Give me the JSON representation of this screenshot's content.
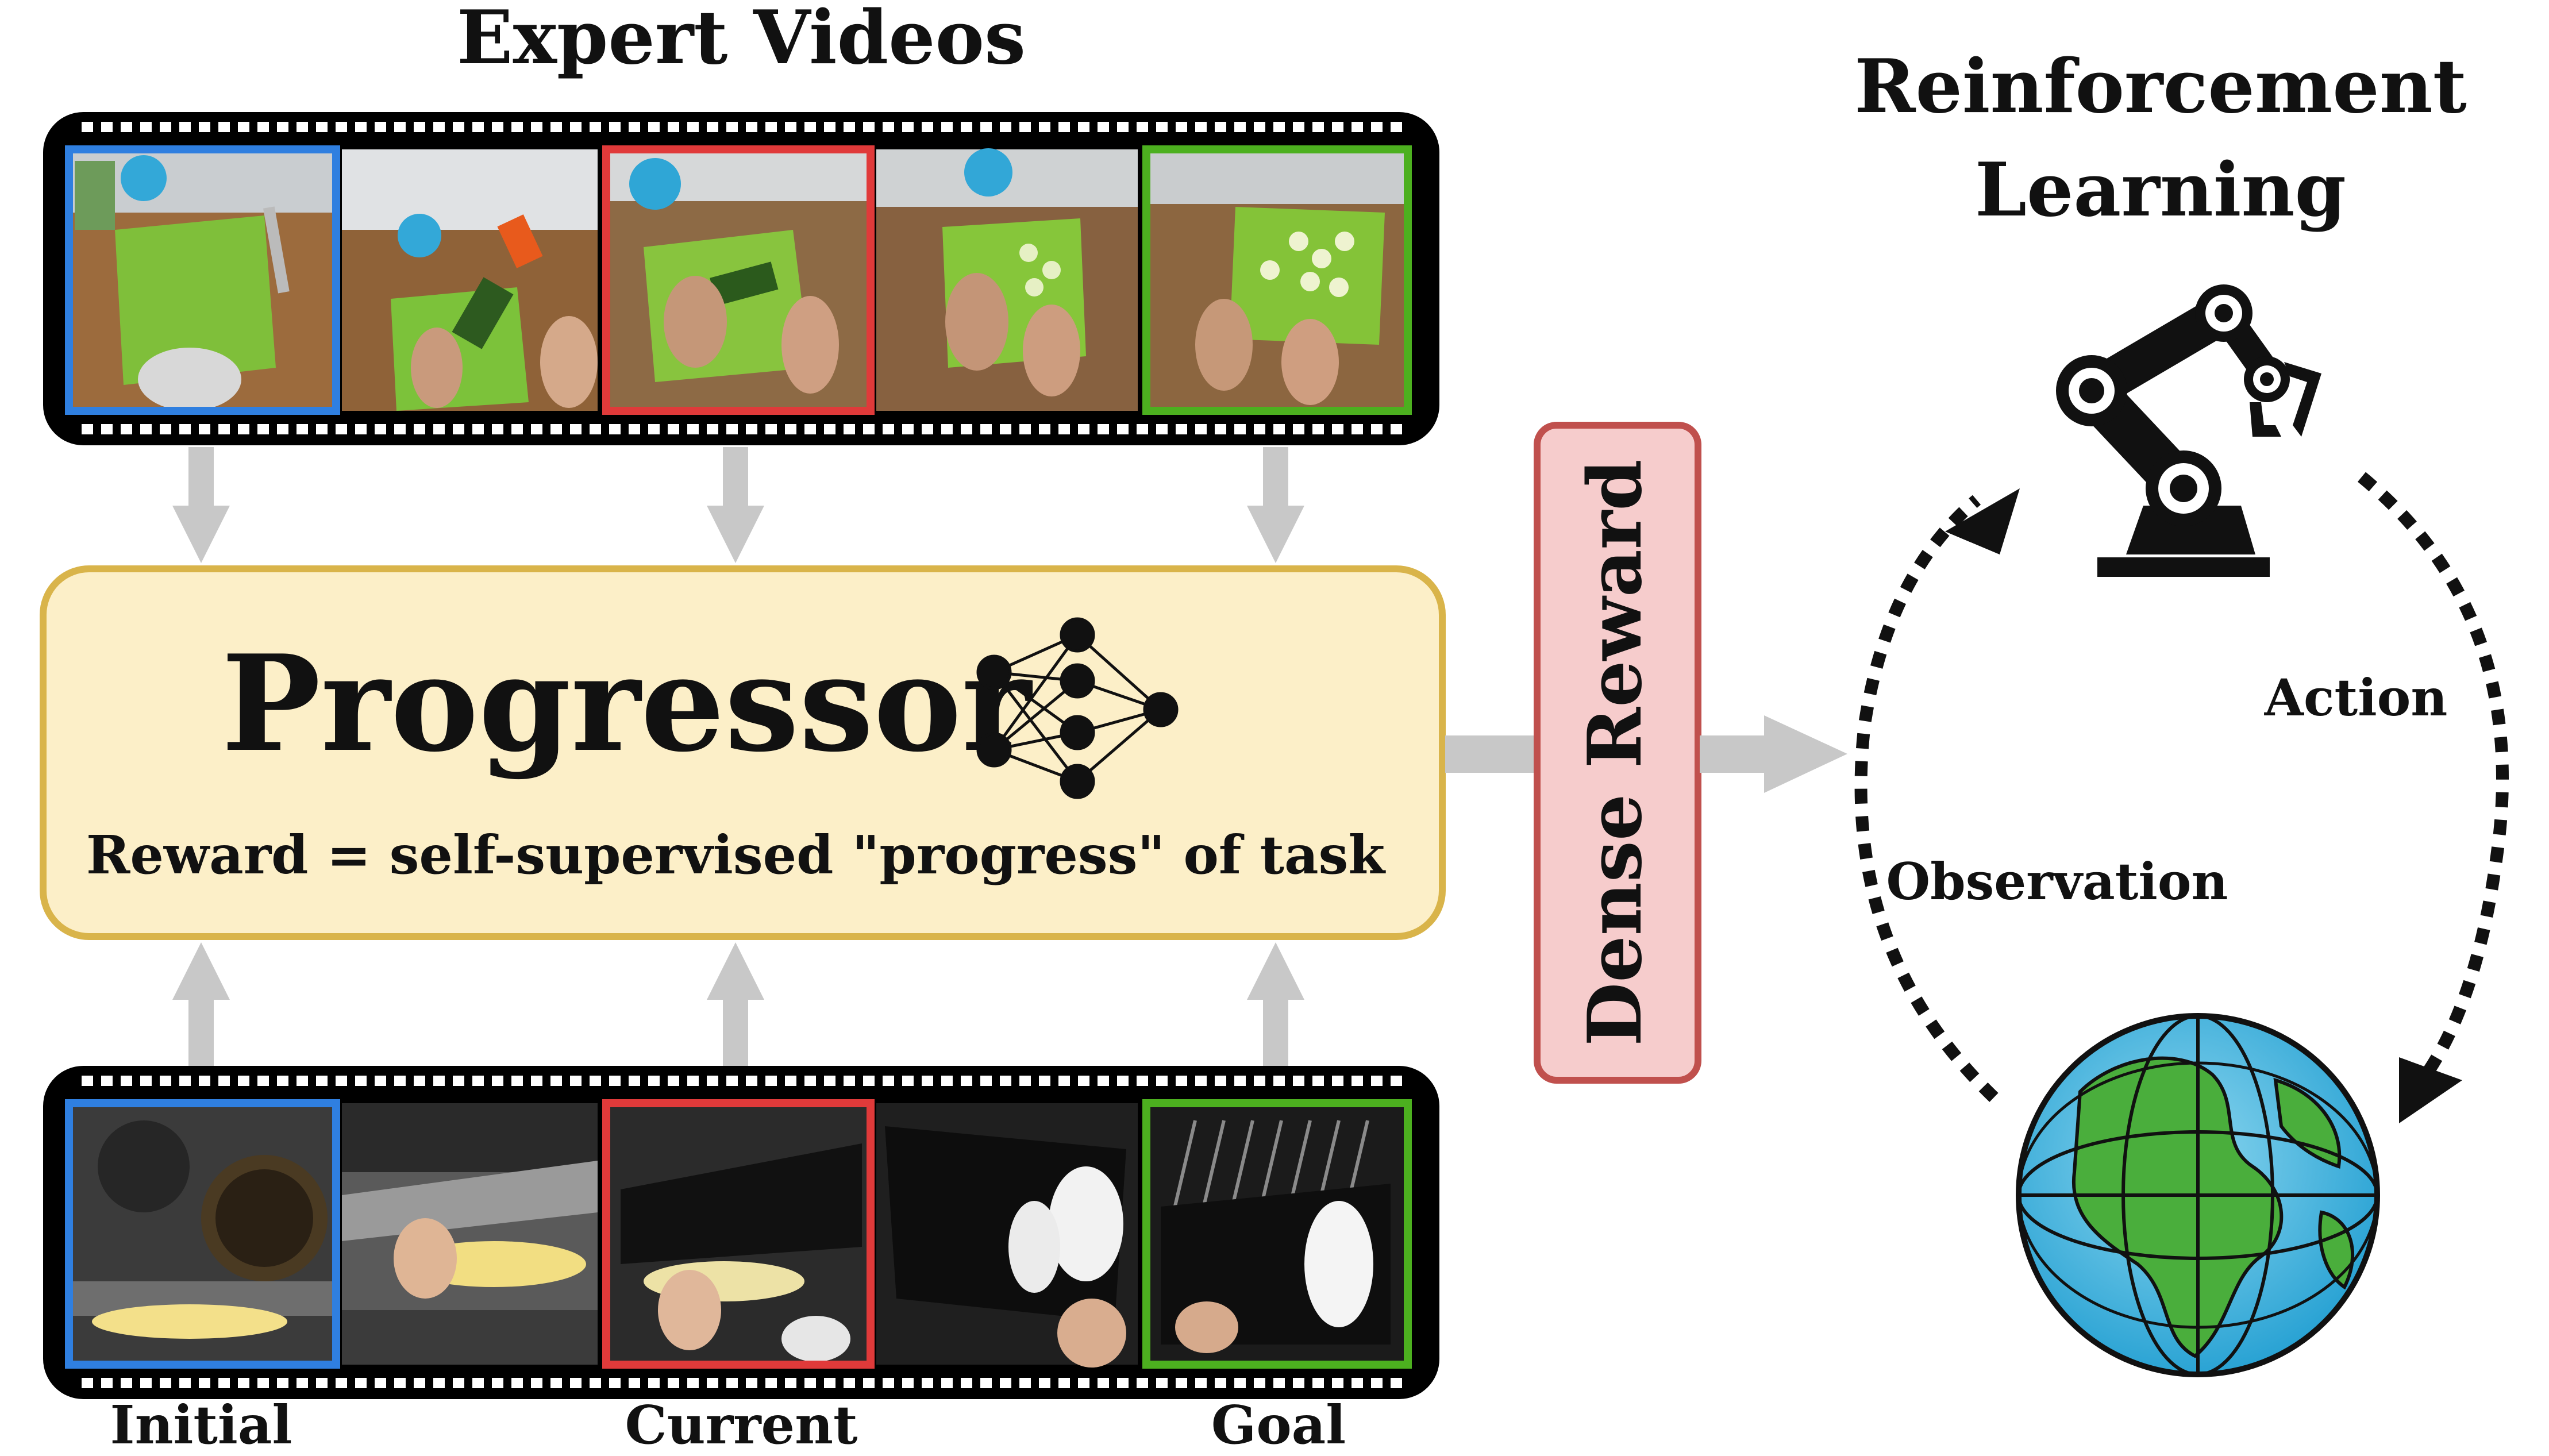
{
  "top_title": "Expert Videos",
  "rl": {
    "title_line1": "Reinforcement",
    "title_line2": "Learning",
    "action_label": "Action",
    "observation_label": "Observation"
  },
  "progressor": {
    "title": "Progressor",
    "subtitle": "Reward = self-supervised \"progress\" of task"
  },
  "dense_reward": "Dense Reward",
  "bottom_labels": {
    "initial": "Initial",
    "current": "Current",
    "goal": "Goal"
  },
  "colors": {
    "initial_frame": "#2f7fe0",
    "current_frame": "#e03a3a",
    "goal_frame": "#4cb01f",
    "progressor_fill": "#fcefc8",
    "progressor_border": "#d9b44a",
    "reward_fill": "#f6cccc",
    "reward_border": "#c0504d",
    "arrow_gray": "#c8c8c8",
    "film": "#000000"
  },
  "icons": {
    "network": "neural-network-icon",
    "robot": "robot-arm-icon",
    "globe": "earth-globe-icon"
  },
  "top_strip_frames": [
    "cutting-board-knife",
    "cucumber-on-board",
    "hands-cutting-cucumber",
    "cucumber-slices",
    "sliced-cucumber-goal"
  ],
  "bottom_strip_frames": [
    "stove-and-pan",
    "oven-tray-dough",
    "opening-oven-door",
    "oven-mitt-hand",
    "tray-in-oven-goal"
  ]
}
